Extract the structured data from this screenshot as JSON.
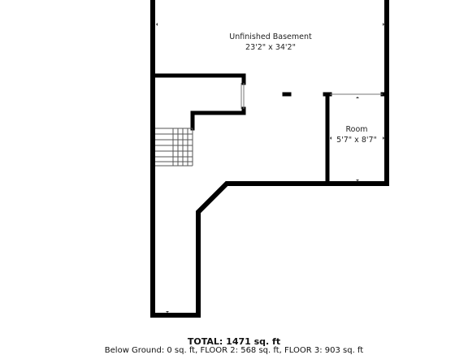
{
  "rooms": [
    {
      "name": "Unfinished Basement",
      "dimensions": "23'2\" x 34'2\""
    },
    {
      "name": "Room",
      "dimensions": "5'7\" x 8'7\""
    }
  ],
  "summary": {
    "total": "TOTAL: 1471 sq. ft",
    "floors": "Below Ground: 0 sq. ft, FLOOR 2: 568 sq. ft, FLOOR 3: 903 sq. ft"
  },
  "colors": {
    "wall": "#000000",
    "background": "#ffffff",
    "stairs": "#555555"
  }
}
